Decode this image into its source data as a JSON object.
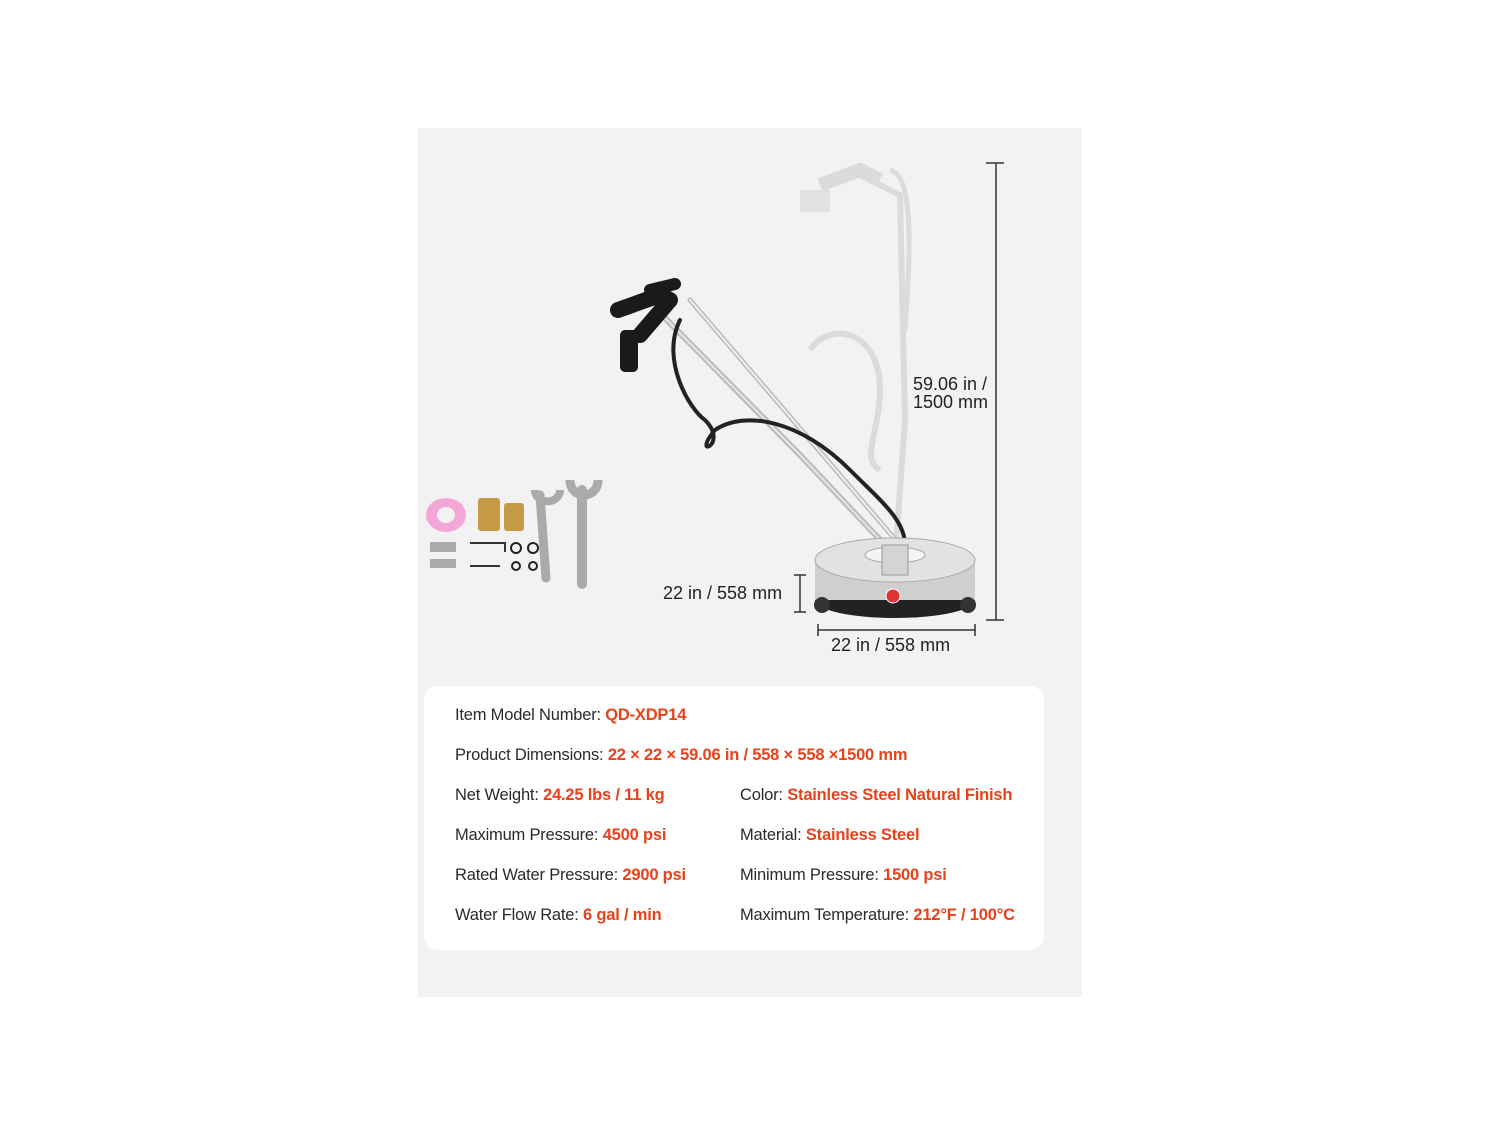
{
  "dimensions": {
    "height_line1": "59.06 in /",
    "height_line2": "1500 mm",
    "depth": "22 in / 558 mm",
    "width": "22 in / 558 mm"
  },
  "specs": {
    "model": {
      "label": "Item Model Number:",
      "value": "QD-XDP14"
    },
    "dims": {
      "label": "Product Dimensions:",
      "value": "22 × 22 × 59.06 in / 558 × 558 ×1500 mm"
    },
    "weight": {
      "label": "Net Weight:",
      "value": "24.25 lbs / 11 kg"
    },
    "color": {
      "label": "Color:",
      "value": "Stainless Steel Natural Finish"
    },
    "max_pressure": {
      "label": "Maximum Pressure:",
      "value": "4500 psi"
    },
    "material": {
      "label": "Material:",
      "value": "Stainless Steel"
    },
    "rated_pressure": {
      "label": "Rated Water Pressure:",
      "value": "2900 psi"
    },
    "min_pressure": {
      "label": "Minimum Pressure:",
      "value": "1500 psi"
    },
    "flow_rate": {
      "label": "Water Flow Rate:",
      "value": "6 gal / min"
    },
    "max_temp": {
      "label": "Maximum Temperature:",
      "value": "212°F / 100°C"
    }
  },
  "colors": {
    "accent": "#e8421b",
    "panel": "#f2f2f2",
    "text": "#2a2a2a"
  },
  "icons": [
    "surface-cleaner-illustration",
    "accessory-kit-illustration",
    "dimension-arrow"
  ]
}
